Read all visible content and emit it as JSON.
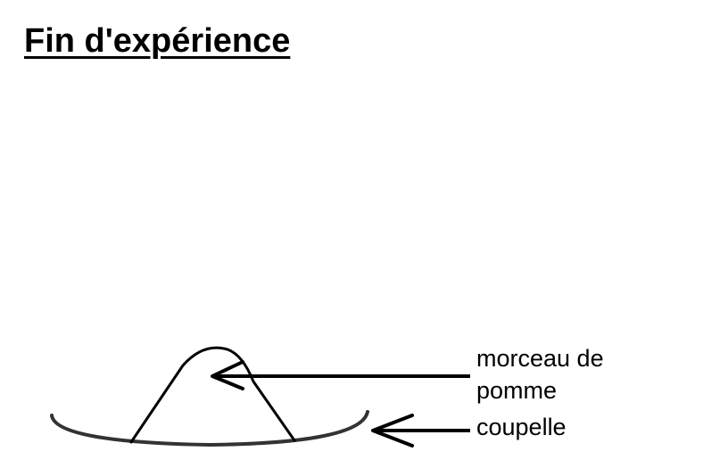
{
  "title": "Fin d'expérience",
  "labels": {
    "apple": "morceau de pomme",
    "dish": "coupelle"
  },
  "colors": {
    "ink": "#000000",
    "dish_stroke": "#333333",
    "background": "#ffffff"
  }
}
